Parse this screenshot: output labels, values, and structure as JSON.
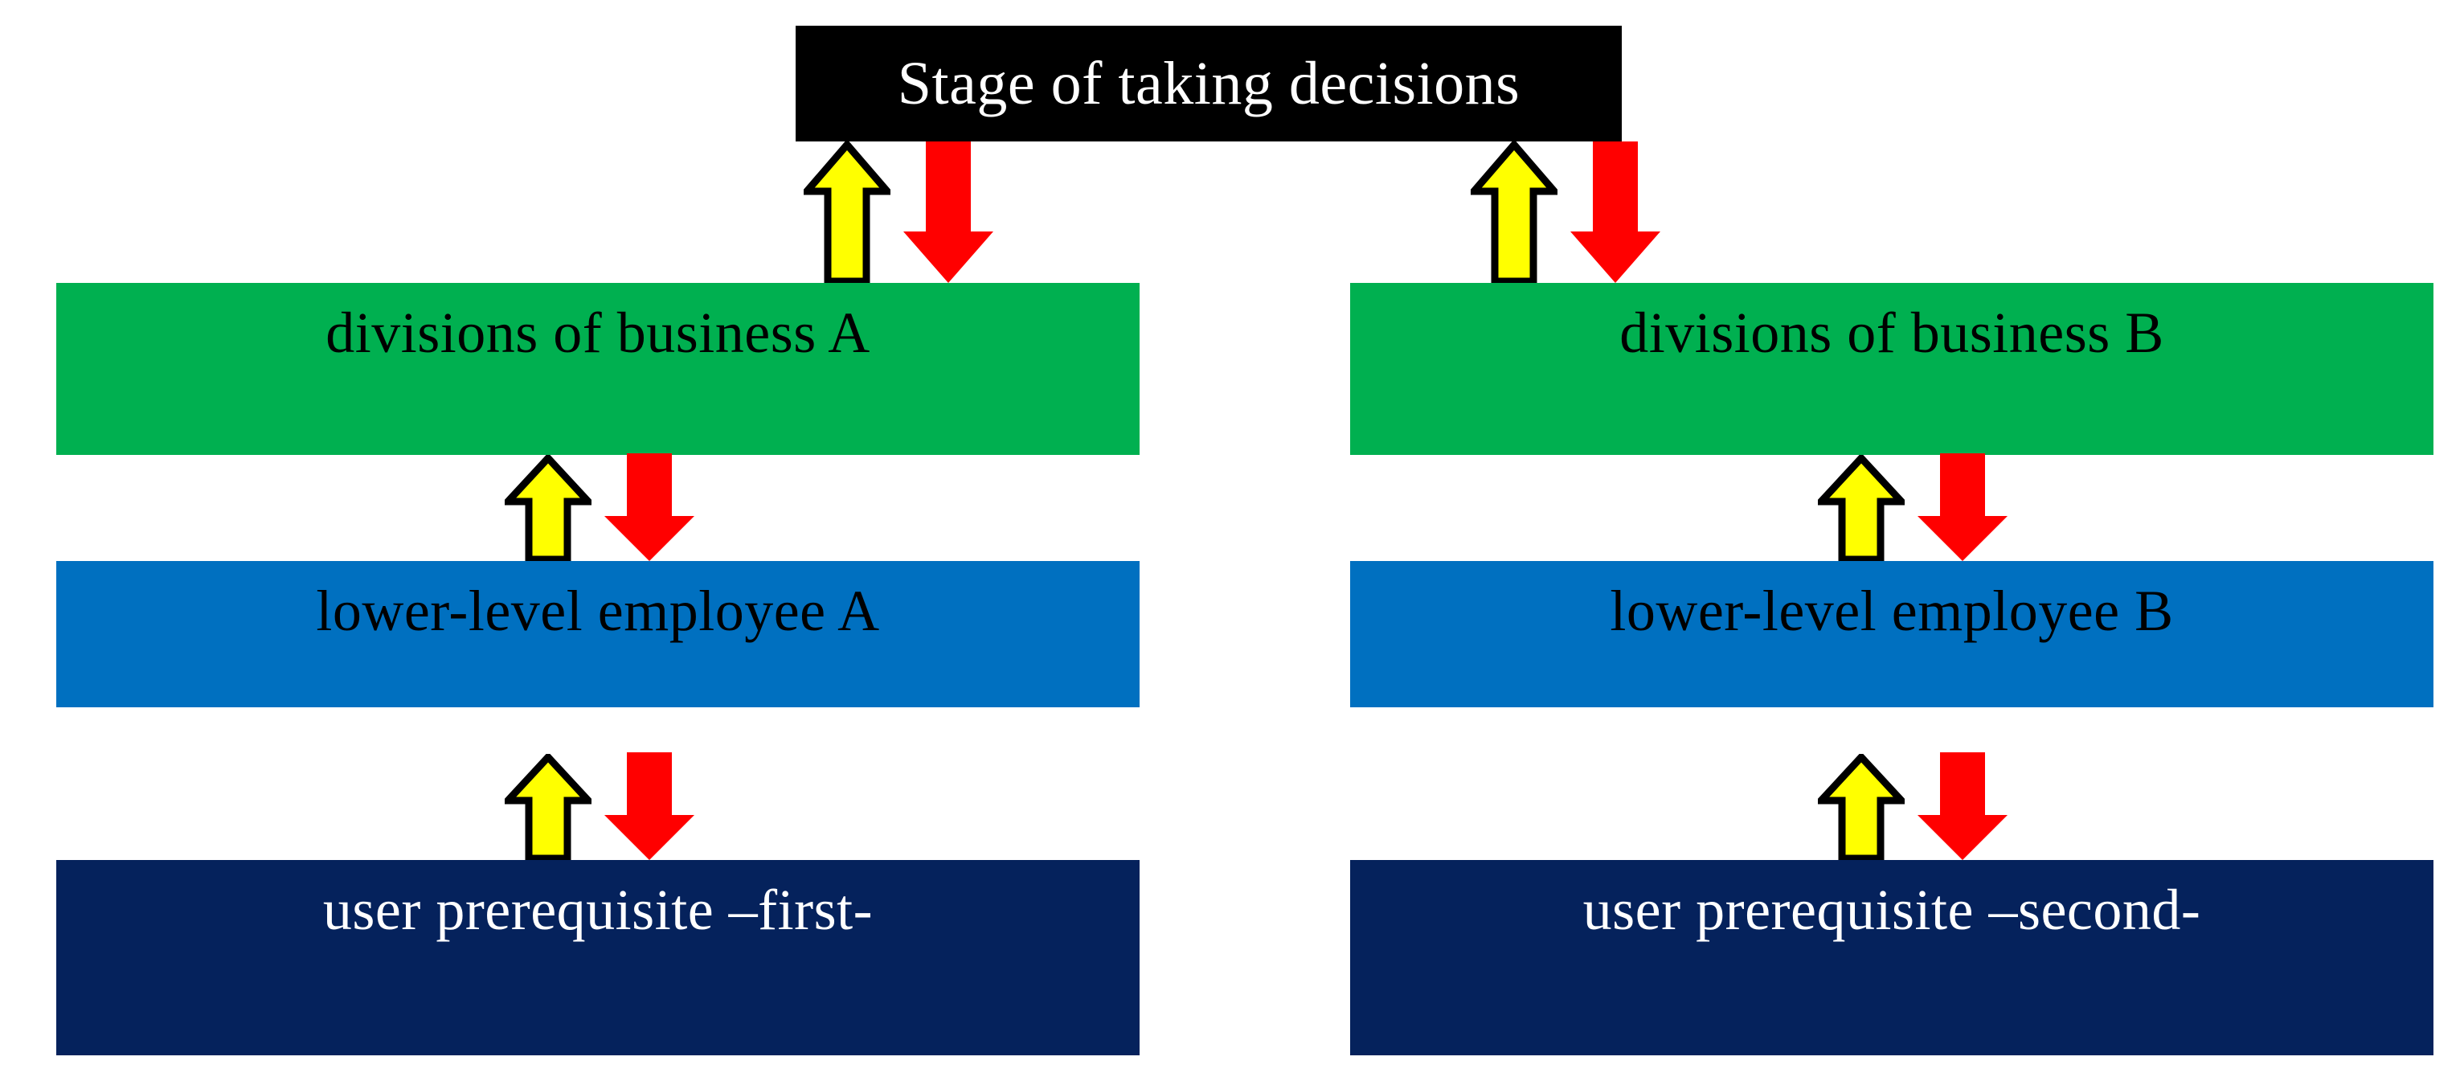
{
  "diagram": {
    "title_box": {
      "label": "Stage of taking decisions",
      "bg_color": "#000000",
      "text_color": "#FFFFFF"
    },
    "columns": [
      {
        "id": "column-a",
        "levels": [
          {
            "id": "divisions-a",
            "label": "divisions of business A",
            "bg_color": "#00B050",
            "text_color": "#000000"
          },
          {
            "id": "employee-a",
            "label": "lower-level employee A",
            "bg_color": "#0070C0",
            "text_color": "#000000"
          },
          {
            "id": "prereq-first",
            "label": "user prerequisite –first-",
            "bg_color": "#05225C",
            "text_color": "#FFFFFF"
          }
        ]
      },
      {
        "id": "column-b",
        "levels": [
          {
            "id": "divisions-b",
            "label": "divisions of business B",
            "bg_color": "#00B050",
            "text_color": "#000000"
          },
          {
            "id": "employee-b",
            "label": "lower-level employee B",
            "bg_color": "#0070C0",
            "text_color": "#000000"
          },
          {
            "id": "prereq-second",
            "label": "user prerequisite –second-",
            "bg_color": "#05225C",
            "text_color": "#FFFFFF"
          }
        ]
      }
    ],
    "connectors": {
      "up_arrow": {
        "icon": "arrow-up-icon",
        "fill_color": "#FFFF00",
        "stroke_color": "#000000",
        "direction": "up"
      },
      "down_arrow": {
        "icon": "arrow-down-icon",
        "fill_color": "#FF0000",
        "stroke_color": "none",
        "direction": "down"
      },
      "pairs": [
        {
          "id": "connector-a-title-divisions",
          "column": "column-a",
          "from": "divisions-a",
          "to": "title-box"
        },
        {
          "id": "connector-a-divisions-employee",
          "column": "column-a",
          "from": "employee-a",
          "to": "divisions-a"
        },
        {
          "id": "connector-a-employee-prereq",
          "column": "column-a",
          "from": "prereq-first",
          "to": "employee-a"
        },
        {
          "id": "connector-b-title-divisions",
          "column": "column-b",
          "from": "divisions-b",
          "to": "title-box"
        },
        {
          "id": "connector-b-divisions-employee",
          "column": "column-b",
          "from": "employee-b",
          "to": "divisions-b"
        },
        {
          "id": "connector-b-employee-prereq",
          "column": "column-b",
          "from": "prereq-second",
          "to": "employee-b"
        }
      ]
    },
    "background_color": "#FFFFFF"
  }
}
